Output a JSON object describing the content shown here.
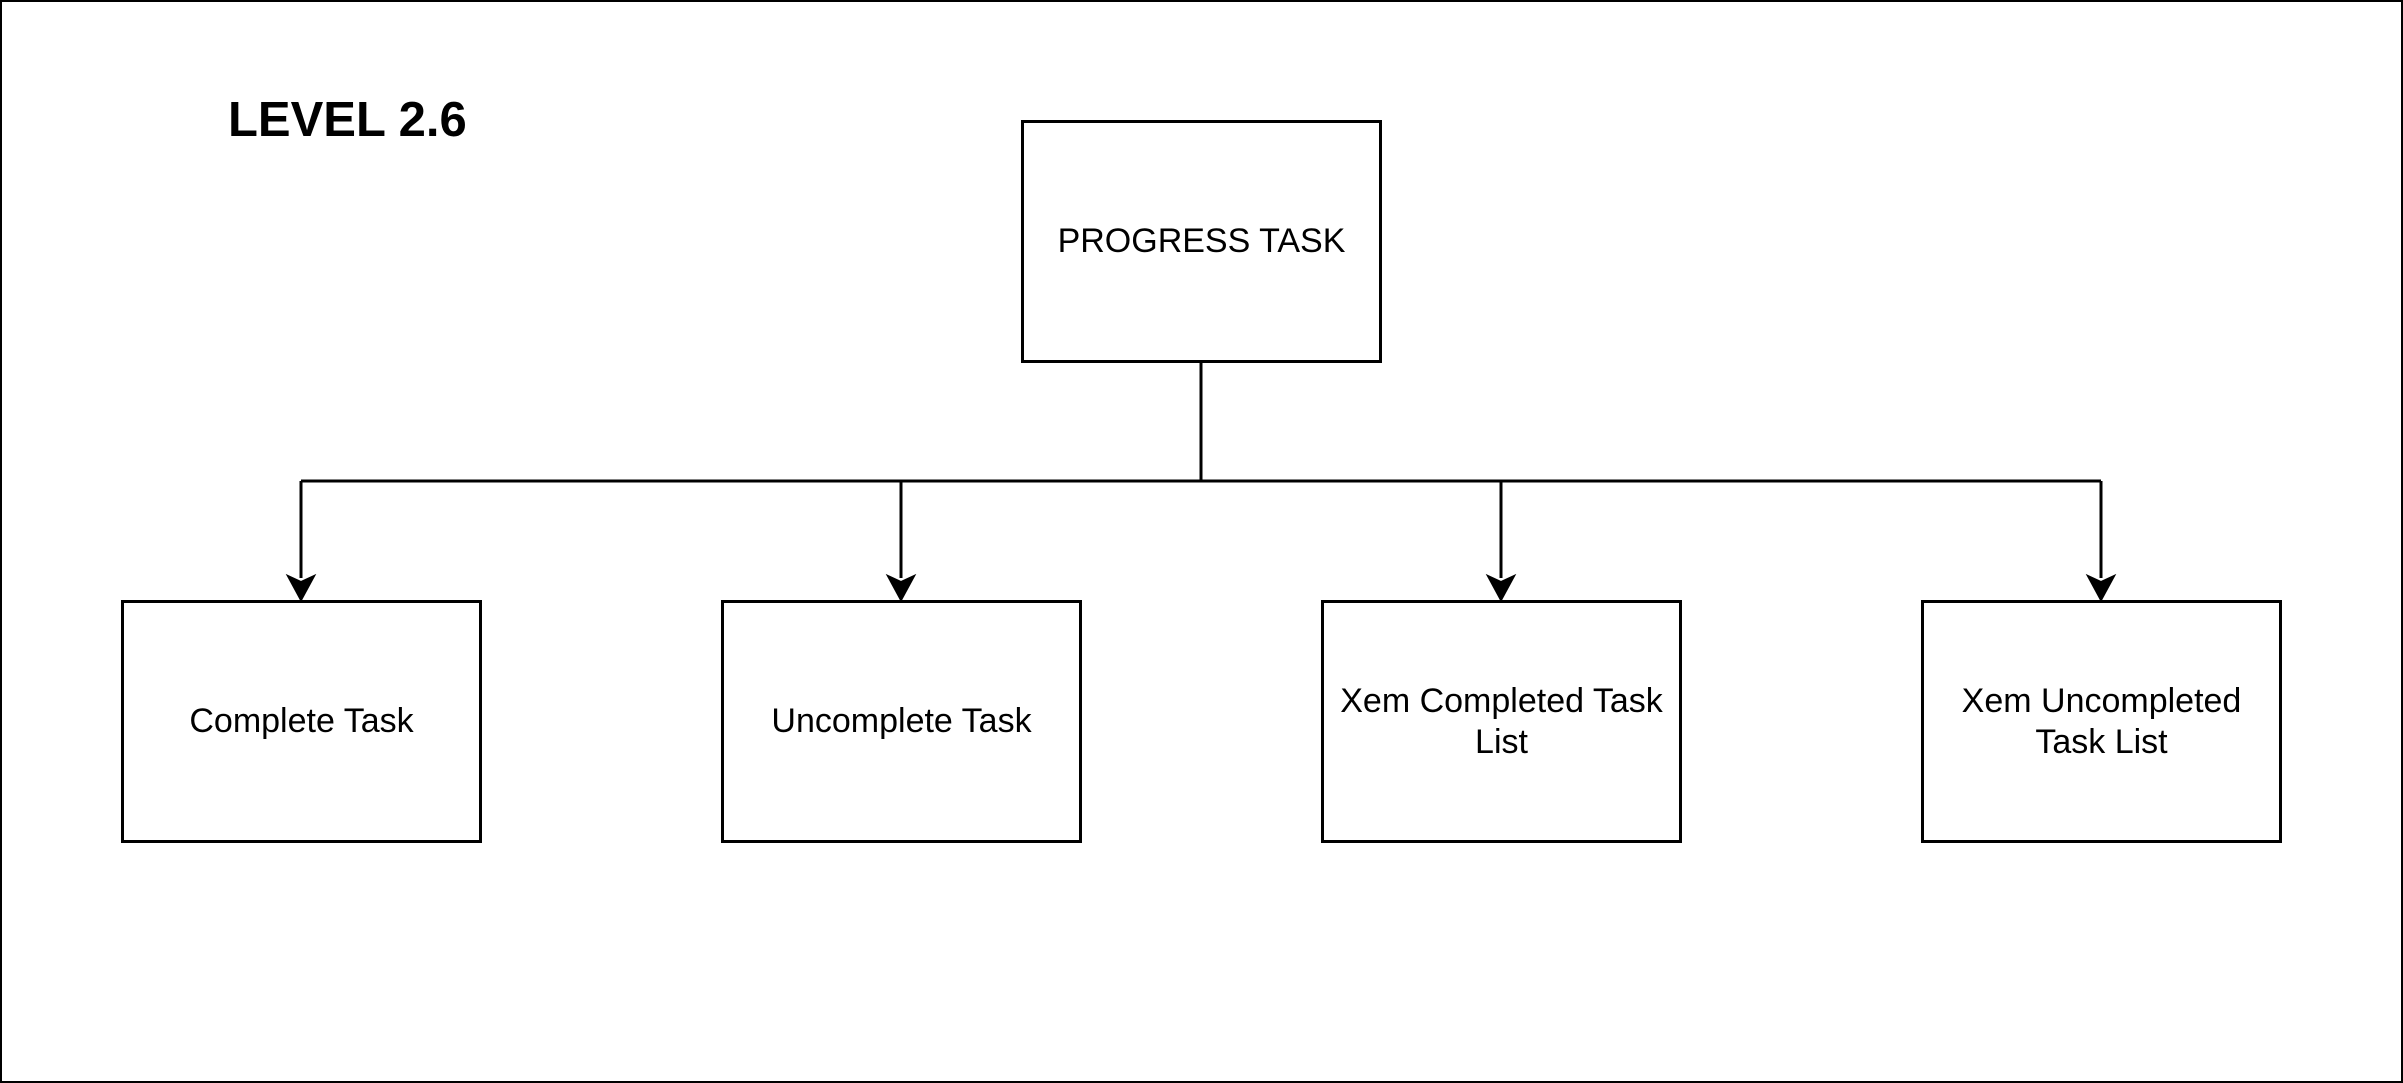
{
  "diagram": {
    "title": "LEVEL 2.6",
    "root": {
      "label": "PROGRESS TASK"
    },
    "children": [
      {
        "label": "Complete Task"
      },
      {
        "label": "Uncomplete Task"
      },
      {
        "label": "Xem Completed Task List"
      },
      {
        "label": "Xem Uncompleted Task List"
      }
    ],
    "edges": [
      {
        "from": "PROGRESS TASK",
        "to": "Complete Task"
      },
      {
        "from": "PROGRESS TASK",
        "to": "Uncomplete Task"
      },
      {
        "from": "PROGRESS TASK",
        "to": "Xem Completed Task List"
      },
      {
        "from": "PROGRESS TASK",
        "to": "Xem Uncompleted Task List"
      }
    ],
    "colors": {
      "stroke": "#000000",
      "fill": "#ffffff",
      "text": "#000000"
    }
  }
}
